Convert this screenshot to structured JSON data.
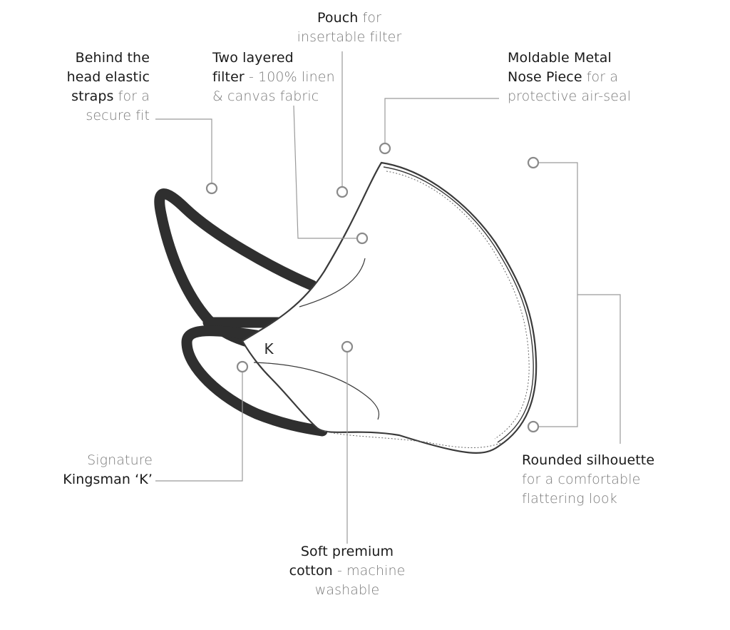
{
  "callouts": {
    "pouch": {
      "bold": "Pouch",
      "light": " for",
      "line2": "insertable filter"
    },
    "straps": {
      "line1": "Behind the",
      "line2": "head elastic",
      "line3_bold": "straps",
      "line3_light": " for a",
      "line4": "secure fit"
    },
    "filter": {
      "line1": "Two layered",
      "line2_bold": "filter",
      "line2_light": " - 100% linen",
      "line3": "& canvas fabric"
    },
    "nose": {
      "line1": "Moldable Metal",
      "line2_bold": "Nose Piece",
      "line2_light": " for a",
      "line3": "protective air-seal"
    },
    "signature": {
      "line1": "Signature",
      "line2": "Kingsman ‘K’"
    },
    "silhouette": {
      "line1": "Rounded silhouette",
      "line2": "for a comfortable",
      "line3": "flattering look"
    },
    "cotton": {
      "line1": "Soft premium",
      "line2_bold": "cotton",
      "line2_light": " - machine",
      "line3": "washable"
    }
  },
  "mask": {
    "logo_letter": "K"
  },
  "colors": {
    "strap": "#2f2f2f",
    "outline": "#3a3a3a",
    "leader": "#9a9a9a",
    "bold_text": "#1a1a1a",
    "light_text": "#7a7a7a"
  }
}
